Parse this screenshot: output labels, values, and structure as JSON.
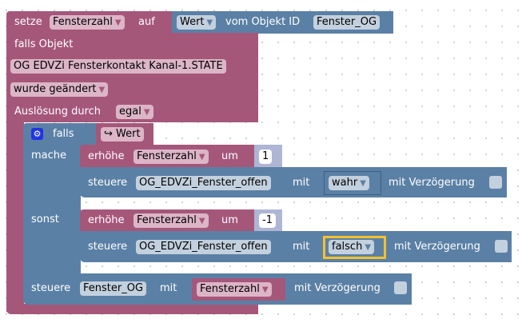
{
  "set_block": {
    "label": "setze",
    "variable": "Fensterzahl",
    "to": "auf",
    "value_field": "Wert",
    "from_object": "vom Objekt ID",
    "object_id": "Fenster_OG"
  },
  "event_block": {
    "if_object": "falls Objekt",
    "object": "OG EDVZi Fensterkontakt Kanal-1.STATE",
    "condition": "wurde geändert",
    "trigger_label": "Auslösung durch",
    "trigger": "egal"
  },
  "if_block": {
    "if_label": "falls",
    "condition": "↪ Wert",
    "then_label": "mache",
    "else_label": "sonst"
  },
  "then": [
    {
      "label": "erhöhe",
      "variable": "Fensterzahl",
      "by": "um",
      "amount": "1"
    },
    {
      "label": "steuere",
      "target": "OG_EDVZi_Fenster_offen",
      "with": "mit",
      "value": "wahr",
      "delay": "mit Verzögerung"
    }
  ],
  "else": [
    {
      "label": "erhöhe",
      "variable": "Fensterzahl",
      "by": "um",
      "amount": "-1"
    },
    {
      "label": "steuere",
      "target": "OG_EDVZi_Fenster_offen",
      "with": "mit",
      "value": "falsch",
      "delay": "mit Verzögerung"
    }
  ],
  "final": {
    "label": "steuere",
    "target": "Fenster_OG",
    "with": "mit",
    "value": "Fensterzahl",
    "delay": "mit Verzögerung"
  },
  "colors": {
    "event": "#a5577a",
    "action": "#5b80a5",
    "highlight": "#f2c12e"
  }
}
